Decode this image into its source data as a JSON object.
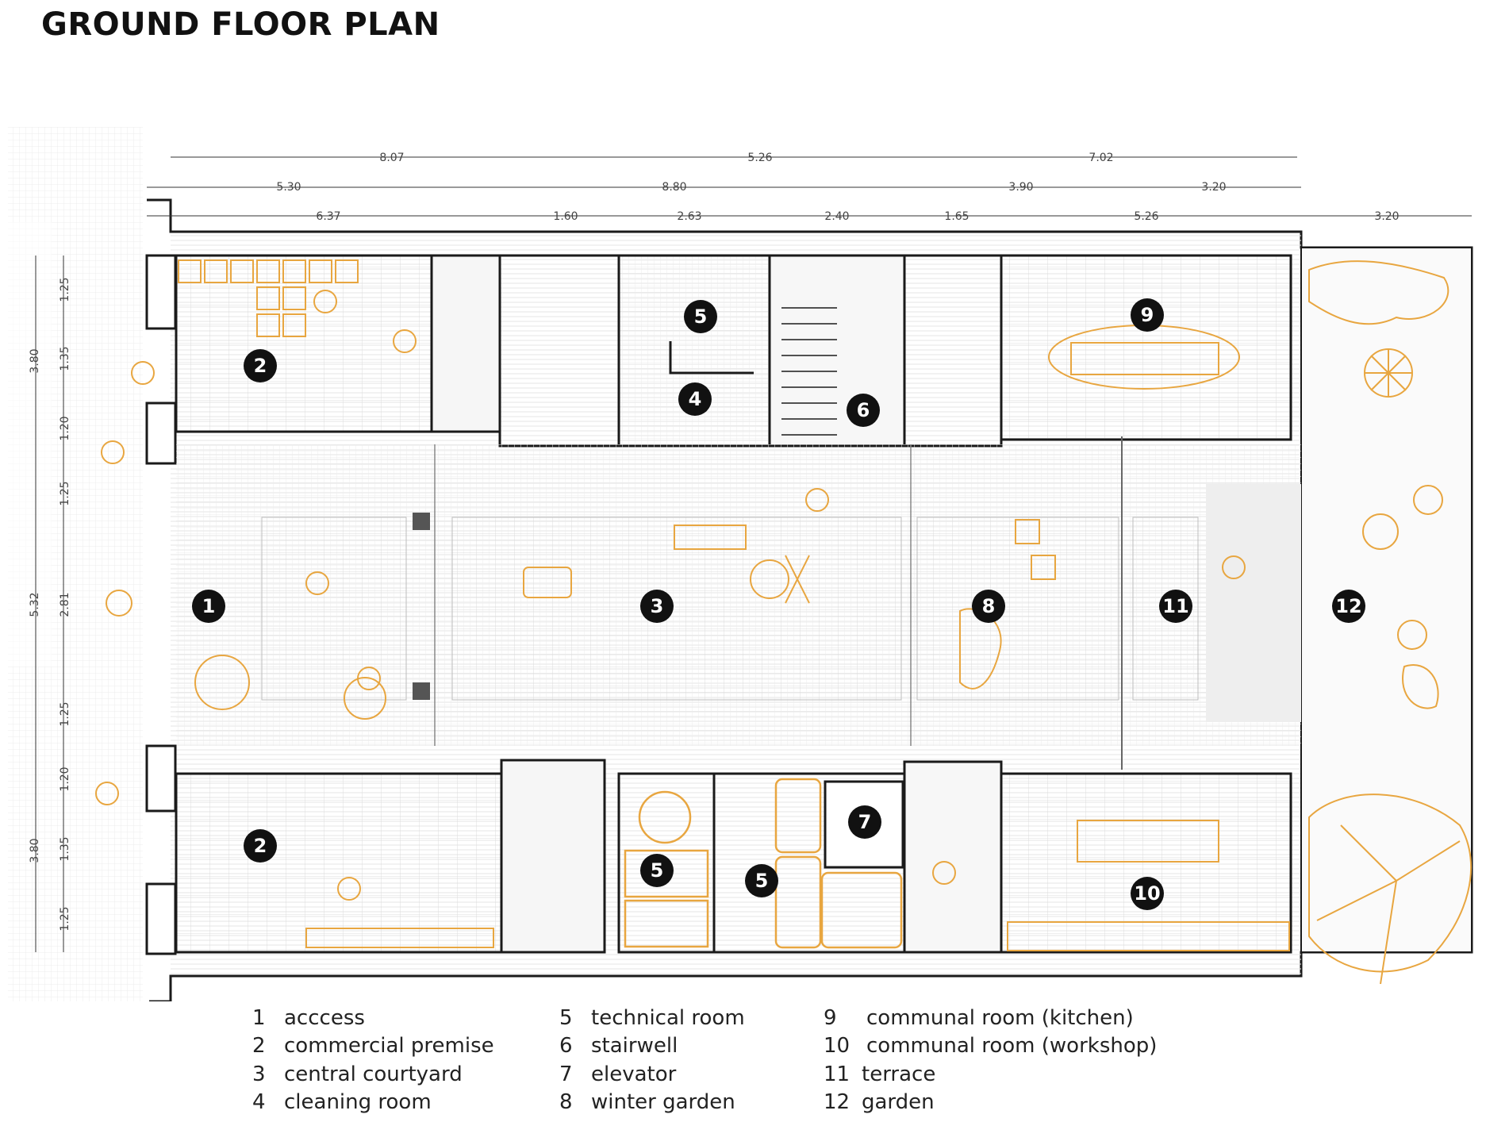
{
  "title": "GROUND FLOOR PLAN",
  "dimensions": {
    "top_row1": [
      "8.07",
      "5.26",
      "7.02"
    ],
    "top_row2": [
      "5.30",
      "8.80",
      "3.90",
      "3.20"
    ],
    "top_row3": [
      "6.37",
      "1.60",
      "2.63",
      "2.40",
      "1.65",
      "5.26",
      "3.20"
    ],
    "left_outer": [
      "3.80",
      "5.32",
      "3.80"
    ],
    "left_inner": [
      "1.25",
      "1.35",
      "1.20",
      "1.25",
      "2.81",
      "1.25",
      "1.20",
      "1.35",
      "1.25"
    ]
  },
  "room_badges": [
    "2",
    "5",
    "4",
    "6",
    "9",
    "1",
    "3",
    "8",
    "11",
    "12",
    "2",
    "5",
    "5",
    "7",
    "10"
  ],
  "legend": [
    {
      "num": "1",
      "label": "acccess"
    },
    {
      "num": "2",
      "label": "commercial premise"
    },
    {
      "num": "3",
      "label": "central courtyard"
    },
    {
      "num": "4",
      "label": "cleaning room"
    },
    {
      "num": "5",
      "label": "technical room"
    },
    {
      "num": "6",
      "label": "stairwell"
    },
    {
      "num": "7",
      "label": "elevator"
    },
    {
      "num": "8",
      "label": "winter garden"
    },
    {
      "num": "9",
      "label": "communal room (kitchen)"
    },
    {
      "num": "10",
      "label": "communal room (workshop)"
    },
    {
      "num": "11",
      "label": "terrace"
    },
    {
      "num": "12",
      "label": "garden"
    }
  ],
  "colors": {
    "wall": "#1a1a1a",
    "furniture": "#e8a640",
    "badge": "#111111",
    "grid": "#d8d8d8"
  }
}
